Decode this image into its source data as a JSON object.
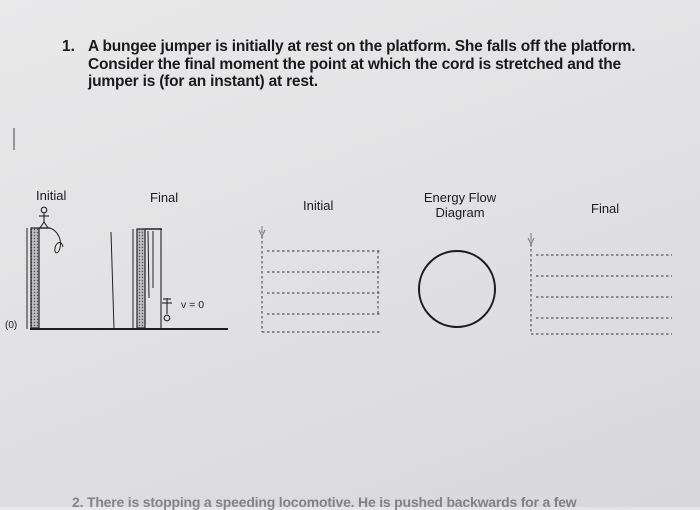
{
  "question": {
    "number": "1.",
    "text": "A bungee jumper is initially at rest on the platform.  She falls off the platform. Consider the final moment the point at which the cord is stretched and the jumper is (for an instant) at rest."
  },
  "labels": {
    "initial_left": "Initial",
    "final_left": "Final",
    "initial_right": "Initial",
    "energy_flow": "Energy Flow Diagram",
    "final_right": "Final",
    "zero_level": "(0)",
    "velocity": "v = 0"
  },
  "next_question_fragment": "2. There is stopping a speeding locomotive. He is pushed backwards for a few"
}
